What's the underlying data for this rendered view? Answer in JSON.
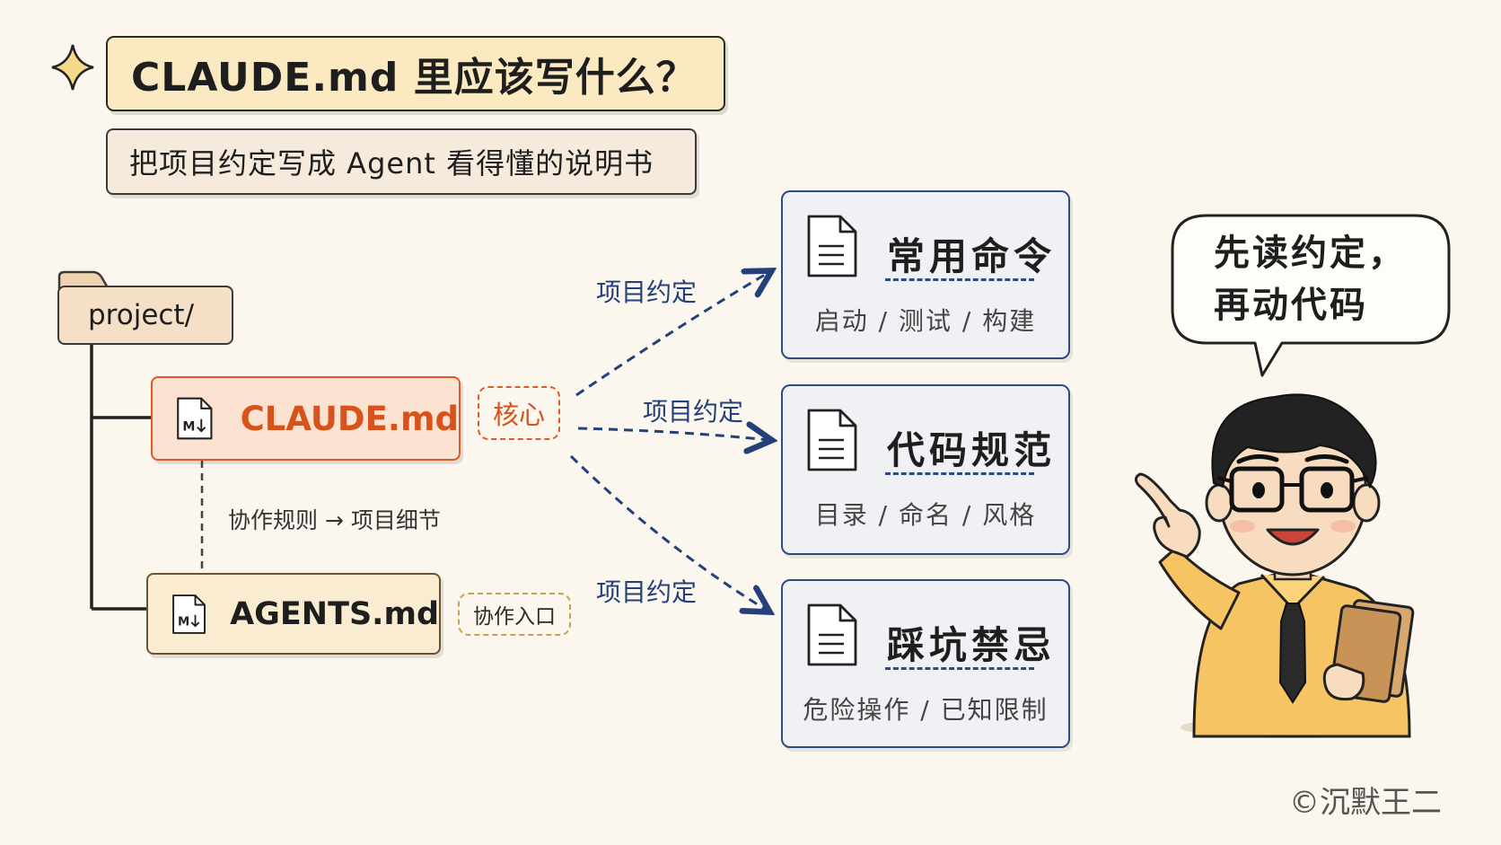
{
  "title": "CLAUDE.md 里应该写什么？",
  "subtitle": "把项目约定写成 Agent 看得懂的说明书",
  "folder": {
    "name": "project/"
  },
  "files": {
    "claude": {
      "icon": "markdown-file-icon",
      "name": "CLAUDE.md",
      "tag": "核心"
    },
    "agents": {
      "icon": "markdown-file-icon",
      "name": "AGENTS.md",
      "tag": "协作入口"
    },
    "link_note": "协作规则 → 项目细节"
  },
  "arrows": [
    "项目约定",
    "项目约定",
    "项目约定"
  ],
  "cards": [
    {
      "icon": "document-icon",
      "title": "常用命令",
      "subtitle": "启动 / 测试 / 构建"
    },
    {
      "icon": "document-icon",
      "title": "代码规范",
      "subtitle": "目录 / 命名 / 风格"
    },
    {
      "icon": "document-icon",
      "title": "踩坑禁忌",
      "subtitle": "危险操作 / 已知限制"
    }
  ],
  "bubble": {
    "line1": "先读约定，",
    "line2": "再动代码"
  },
  "copyright": "©沉默王二",
  "colors": {
    "accent_orange": "#de5a26",
    "accent_blue": "#2d4b80",
    "title_bg": "#fbe9c2",
    "background": "#fbf7ee"
  }
}
